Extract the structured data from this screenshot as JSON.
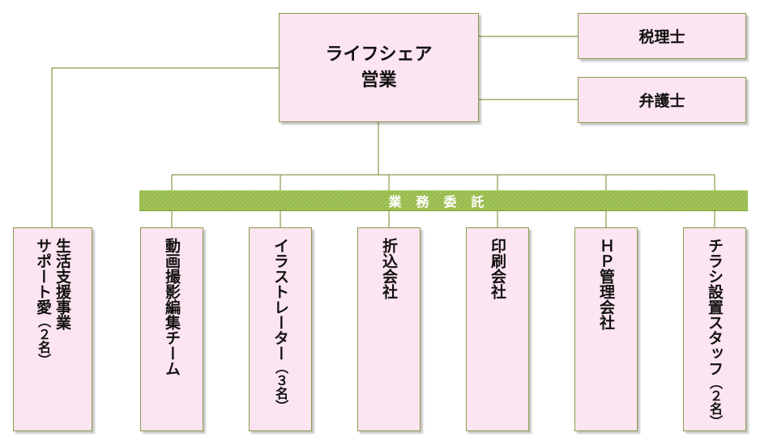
{
  "main_node": {
    "line1": "ライフシェア",
    "line2": "営業"
  },
  "side_nodes": {
    "tax": "税理士",
    "lawyer": "弁護士"
  },
  "outsourcing_label": "業務委託",
  "columns": {
    "support": {
      "line1": "生活支援事業",
      "line2": "サポート愛",
      "count": "（２名）"
    },
    "video": {
      "label": "動画撮影編集チーム"
    },
    "illustrator": {
      "label": "イラストレーター",
      "count": "（３名）"
    },
    "folding": {
      "label": "折込会社"
    },
    "printing": {
      "label": "印刷会社"
    },
    "hp": {
      "label": "ＨＰ管理会社"
    },
    "flyer": {
      "label": "チラシ設置スタッフ",
      "count": "（２名）"
    }
  },
  "colors": {
    "box_fill": "#fce4f0",
    "line": "#8b9a4a",
    "band": "#9bbf52"
  }
}
